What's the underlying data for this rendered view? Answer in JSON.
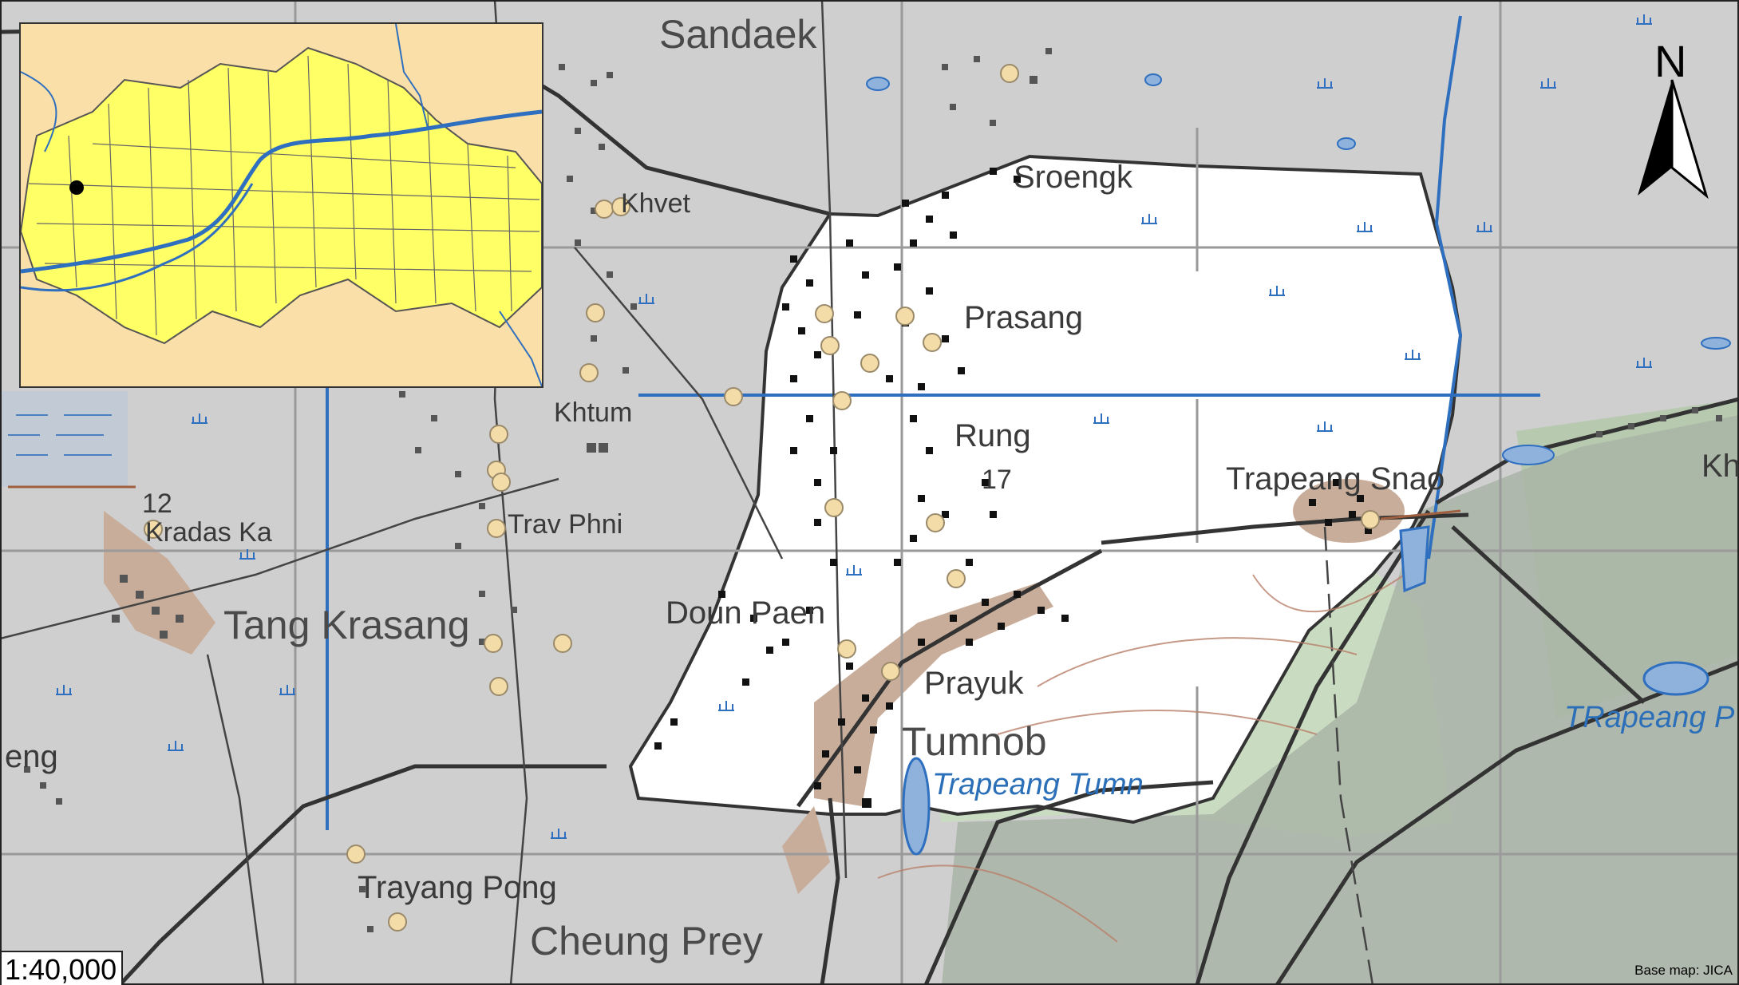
{
  "map": {
    "places": {
      "sandaek": "Sandaek",
      "khvet": "Khvet",
      "sroengk": "Sroengk",
      "prasang": "Prasang",
      "khtum": "Khtum",
      "rung": "Rung",
      "rung_no": "17",
      "trav_phni": "Trav Phni",
      "tang_krasang": "Tang Krasang",
      "kradas_ka": "Kradas Ka",
      "no_12": "12",
      "doun_paen": "Doun Paen",
      "prayuk": "Prayuk",
      "tumnob": "Tumnob",
      "trapeang_snao": "Trapeang Snao",
      "trayang_pong": "Trayang Pong",
      "cheung_prey": "Cheung Prey",
      "eng": "eng",
      "kh": "Kh"
    },
    "water_labels": {
      "trapeang_tumnob": "Trapeang Tumn",
      "trapeang_p": "TRapeang P"
    },
    "scale": "1:40,000",
    "credit": "Base map: JICA",
    "north": "N",
    "colors": {
      "background": "#cfcfcf",
      "study_area": "#ffffff",
      "forest": "#c9dcc1",
      "dark_forest": "#a9b4a6",
      "settlement": "#c9ad9b",
      "water": "#2f6fbf",
      "inset_land": "#ffff66",
      "inset_bg": "#fbdfa8",
      "village_marker": "#f3dca8"
    }
  }
}
